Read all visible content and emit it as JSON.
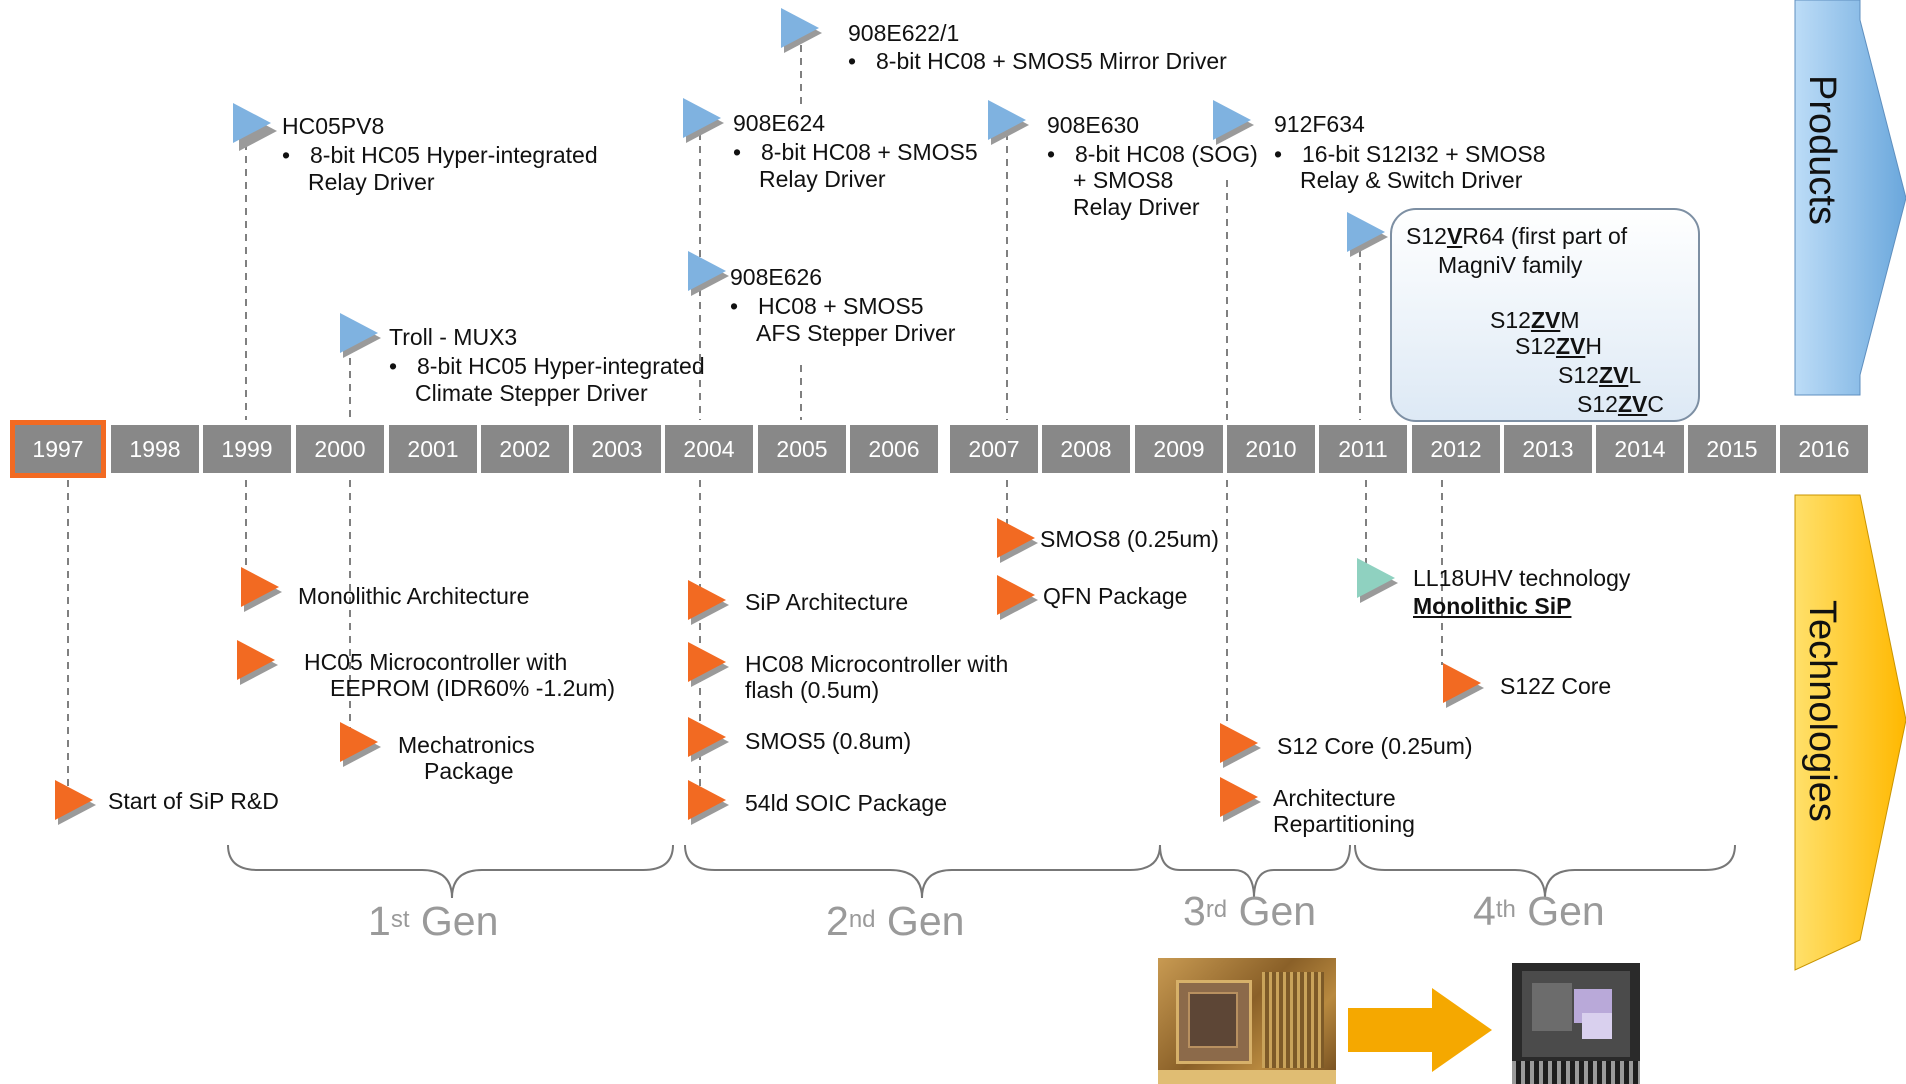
{
  "timeline": {
    "years": [
      "1997",
      "1998",
      "1999",
      "2000",
      "2001",
      "2002",
      "2003",
      "2004",
      "2005",
      "2006",
      "2007",
      "2008",
      "2009",
      "2010",
      "2011",
      "2012",
      "2013",
      "2014",
      "2015",
      "2016"
    ],
    "highlighted_year": "1997"
  },
  "side_labels": {
    "products": "Products",
    "technologies": "Technologies"
  },
  "products": {
    "hc05pv8": {
      "name": "HC05PV8",
      "bullet": "8-bit HC05 Hyper-integrated",
      "cont": "Relay Driver"
    },
    "troll": {
      "name": "Troll - MUX3",
      "bullet": "8-bit HC05 Hyper-integrated",
      "cont": "Climate Stepper Driver"
    },
    "p908e622": {
      "name": "908E622/1",
      "bullet": "8-bit HC08 + SMOS5 Mirror Driver"
    },
    "p908e624": {
      "name": "908E624",
      "bullet": "8-bit HC08 + SMOS5",
      "cont": "Relay Driver"
    },
    "p908e626": {
      "name": "908E626",
      "bullet": "HC08 + SMOS5",
      "cont": "AFS Stepper Driver"
    },
    "p908e630": {
      "name": "908E630",
      "bullet": "8-bit HC08 (SOG)",
      "cont1": "+ SMOS8",
      "cont2": "Relay Driver"
    },
    "p912f634": {
      "name": "912F634",
      "bullet": "16-bit S12I32 + SMOS8",
      "cont": "Relay & Switch Driver"
    },
    "s12vr64": {
      "pre": "S12",
      "bold": "V",
      "post": "R64 (first part of",
      "cont": "MagniV family"
    },
    "s12zv": [
      {
        "pre": "S12",
        "bold": "ZV",
        "post": "M"
      },
      {
        "pre": "S12",
        "bold": "ZV",
        "post": "H"
      },
      {
        "pre": "S12",
        "bold": "ZV",
        "post": "L"
      },
      {
        "pre": "S12",
        "bold": "ZV",
        "post": "C"
      }
    ]
  },
  "technologies": {
    "start_sip": "Start of SiP R&D",
    "monolithic": "Monolithic Architecture",
    "hc05_line1": "HC05 Microcontroller with",
    "hc05_line2": "EEPROM (IDR60% -1.2um)",
    "mecha_line1": "Mechatronics",
    "mecha_line2": "Package",
    "sip_arch": "SiP Architecture",
    "hc08_line1": "HC08 Microcontroller with",
    "hc08_line2": "flash (0.5um)",
    "smos5": "SMOS5 (0.8um)",
    "soic": "54ld SOIC Package",
    "smos8": "SMOS8 (0.25um)",
    "qfn": "QFN Package",
    "s12core": "S12 Core (0.25um)",
    "arch_line1": "Architecture",
    "arch_line2": "Repartitioning",
    "ll18_line1": "LL18UHV technology",
    "ll18_line2": "Monolithic  SiP",
    "s12z": "S12Z Core"
  },
  "generations": [
    {
      "num": "1",
      "sup": "st",
      "word": "Gen"
    },
    {
      "num": "2",
      "sup": "nd",
      "word": "Gen"
    },
    {
      "num": "3",
      "sup": "rd",
      "word": "Gen"
    },
    {
      "num": "4",
      "sup": "th",
      "word": "Gen"
    }
  ],
  "colors": {
    "year_bar": "#888888",
    "highlight": "#f26a22",
    "product_marker": "#7fb2e0",
    "tech_marker": "#f26a22",
    "ll18_marker": "#8fd1c0",
    "products_arrow": "#8ec0ea",
    "technologies_arrow": "#ffc800",
    "transition_arrow": "#f5a800"
  },
  "icons": {
    "product_marker": "blue-triangle-icon",
    "tech_marker": "orange-triangle-icon",
    "transition": "right-arrow-icon"
  }
}
